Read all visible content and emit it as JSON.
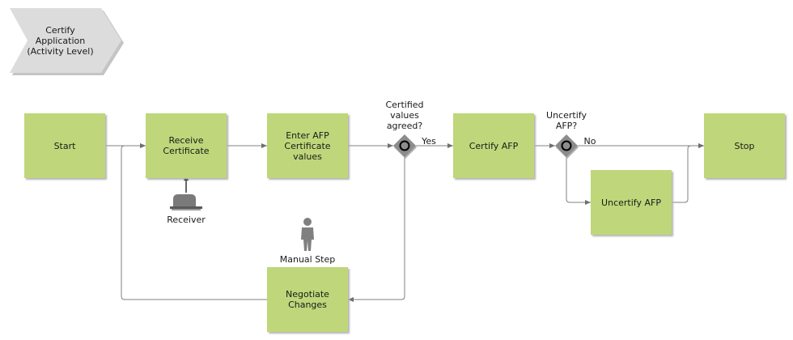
{
  "header": {
    "title": "Certify\nApplication\n(Activity Level)"
  },
  "nodes": {
    "start": "Start",
    "receive": "Receive\nCertificate",
    "enter": "Enter AFP\nCertificate\nvalues",
    "certify": "Certify AFP",
    "uncertify": "Uncertify AFP",
    "stop": "Stop",
    "negotiate": "Negotiate\nChanges"
  },
  "gateways": {
    "g1_label": "Certified\nvalues\nagreed?",
    "g1_yes": "Yes",
    "g2_label": "Uncertify\nAFP?",
    "g2_no": "No"
  },
  "resources": {
    "receiver": "Receiver",
    "manual_step": "Manual Step"
  },
  "colors": {
    "activity_fill": "#bfd77a",
    "header_fill": "#dcdcdc",
    "connector": "#808080",
    "gateway_fill": "#8c8c8c"
  }
}
